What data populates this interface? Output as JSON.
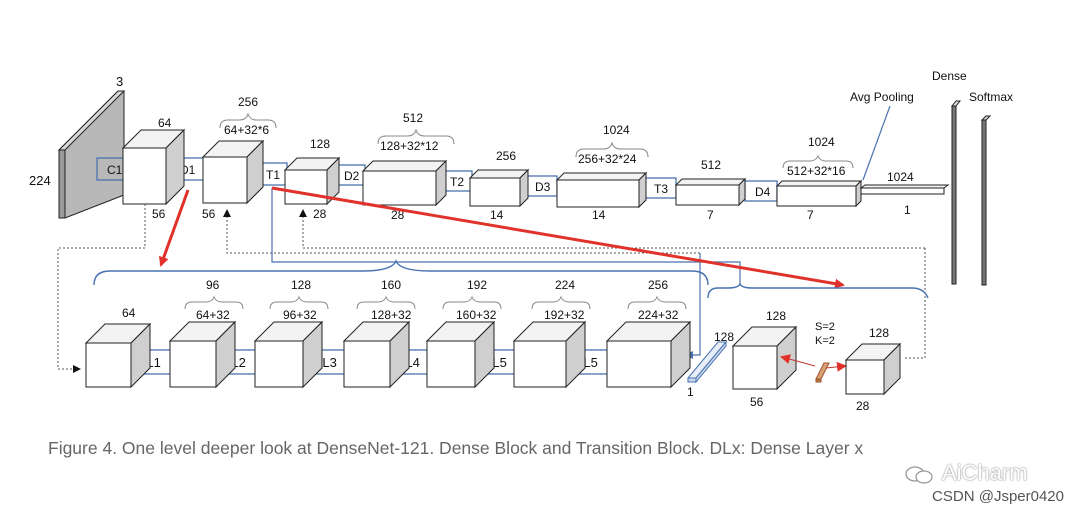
{
  "input": {
    "channels": "3",
    "size": "224"
  },
  "top_row": {
    "c1": {
      "label": "C1",
      "channels": "64",
      "size": "56"
    },
    "d1": {
      "label": "D1",
      "channels": "256",
      "formula": "64+32*6",
      "size": "56"
    },
    "t1": {
      "label": "T1",
      "channels": "128",
      "size": "28"
    },
    "d2": {
      "label": "D2",
      "channels": "512",
      "formula": "128+32*12",
      "size": "28"
    },
    "t2": {
      "label": "T2",
      "channels": "256",
      "size": "14"
    },
    "d3": {
      "label": "D3",
      "channels": "1024",
      "formula": "256+32*24",
      "size": "14"
    },
    "t3": {
      "label": "T3",
      "channels": "512",
      "size": "7"
    },
    "d4": {
      "label": "D4",
      "channels": "1024",
      "formula": "512+32*16",
      "size": "7"
    },
    "pool": {
      "label": "Avg Pooling",
      "channels": "1024",
      "size": "1"
    },
    "dense": {
      "label": "Dense"
    },
    "softmax": {
      "label": "Softmax"
    }
  },
  "dense_block": {
    "input_channels": "64",
    "layers": [
      {
        "label": "DL1",
        "channels": "96",
        "formula": "64+32"
      },
      {
        "label": "DL2",
        "channels": "128",
        "formula": "96+32"
      },
      {
        "label": "DL3",
        "channels": "160",
        "formula": "128+32"
      },
      {
        "label": "DL4",
        "channels": "192",
        "formula": "160+32"
      },
      {
        "label": "DL5",
        "channels": "224",
        "formula": "192+32"
      },
      {
        "label": "DL5",
        "channels": "256",
        "formula": "224+32"
      }
    ]
  },
  "transition_block": {
    "conv_channels": "128",
    "conv_size": "1",
    "out_channels": "128",
    "out_size": "56",
    "pool_params": [
      "S=2",
      "K=2"
    ],
    "pooled_channels": "128",
    "pooled_size": "28"
  },
  "caption": "Figure 4. One level deeper look at DenseNet-121. Dense Block and Transition Block. DLx: Dense Layer x",
  "watermark": {
    "name": "AiCharm",
    "credit": "CSDN @Jsper0420"
  },
  "colors": {
    "connector": "#4a72b0",
    "highlight_arrow": "#e0322a",
    "box_edge": "#222222",
    "input_slab": "#aaaaaa"
  }
}
